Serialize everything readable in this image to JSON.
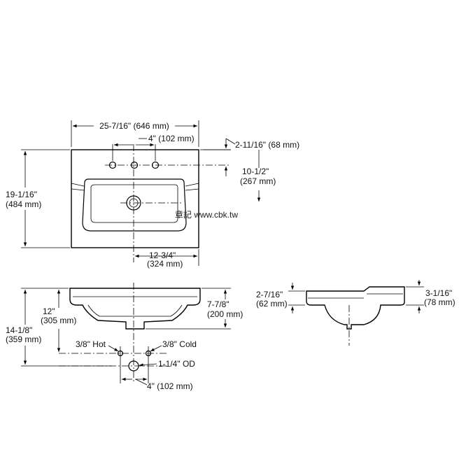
{
  "top_view": {
    "width_label": "25-7/16\" (646 mm)",
    "spacing_label": "4\" (102 mm)",
    "offset_label": "2-11/16\" (68 mm)",
    "depth_a_label_1": "10-1/2\"",
    "depth_a_label_2": "(267 mm)",
    "height_label_1": "19-1/16\"",
    "height_label_2": "(484 mm)",
    "center_label_1": "12-3/4\"",
    "center_label_2": "(324 mm)"
  },
  "watermark": "章記 www.cbk.tw",
  "front_view": {
    "h1_label_1": "12\"",
    "h1_label_2": "(305 mm)",
    "h2_label_1": "14-1/8\"",
    "h2_label_2": "(359 mm)",
    "depth_label_1": "7-7/8\"",
    "depth_label_2": "(200 mm)",
    "hot_label": "3/8\" Hot",
    "cold_label": "3/8\" Cold",
    "drain_label": "1-1/4\" OD",
    "spacing_label": "4\" (102 mm)"
  },
  "side_view": {
    "left_label_1": "2-7/16\"",
    "left_label_2": "(62 mm)",
    "right_label_1": "3-1/16\"",
    "right_label_2": "(78 mm)"
  },
  "colors": {
    "line": "#000000",
    "background": "#ffffff",
    "watermark": "#222222"
  }
}
